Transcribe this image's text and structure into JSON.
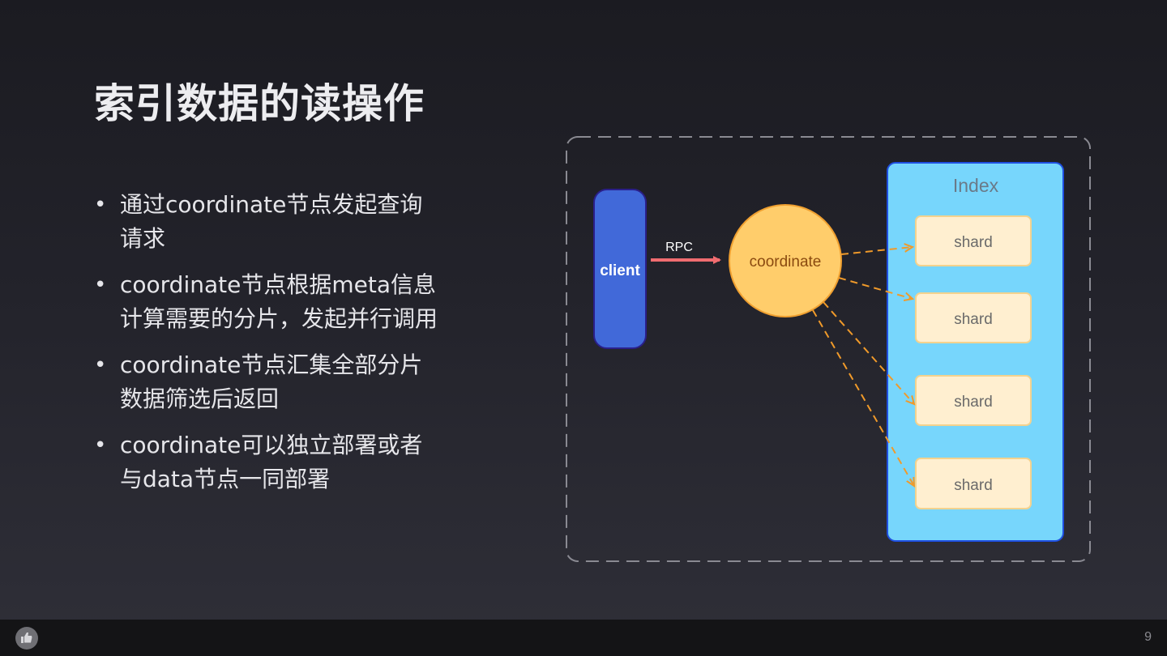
{
  "slide": {
    "title": "索引数据的读操作",
    "bullet_marker": "•",
    "bullets": [
      "通过coordinate节点发起查询请求",
      "coordinate节点根据meta信息计算需要的分片，发起并行调用",
      "coordinate节点汇集全部分片数据筛选后返回",
      "coordinate可以独立部署或者与data节点一同部署"
    ]
  },
  "diagram": {
    "client_label": "client",
    "rpc_label": "RPC",
    "coordinate_label": "coordinate",
    "index_label": "Index",
    "shards": [
      "shard",
      "shard",
      "shard",
      "shard"
    ],
    "colors": {
      "client_fill": "#4169d9",
      "client_border": "#2a1f8a",
      "coordinate_fill": "#ffcd6b",
      "coordinate_border": "#f0a030",
      "index_fill": "#77d6fc",
      "index_border": "#1f4fe0",
      "shard_fill": "#ffefd0",
      "shard_border": "#f3d28e",
      "rpc_arrow": "#f06c70",
      "dashed_arrow": "#f09a2a",
      "container_border": "#8a8a92"
    }
  },
  "footer": {
    "logo_icon": "thumbs-up-icon",
    "page_number": "9"
  }
}
